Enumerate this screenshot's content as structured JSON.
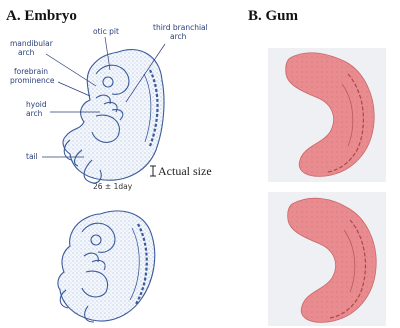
{
  "panel_a": {
    "title": "A. Embryo",
    "labels": {
      "otic_pit": "otic pit",
      "third_branchial": "third branchial",
      "arch_right": "arch",
      "mandibular": "mandibular",
      "arch_mand": "arch",
      "forebrain": "forebrain",
      "prominence": "prominence",
      "hyoid": "hyoid",
      "arch_hyoid": "arch",
      "tail": "tail"
    },
    "scale_note": "Actual size",
    "age": "26 ± 1day"
  },
  "panel_b": {
    "title": "B. Gum"
  },
  "colors": {
    "embryo_ink": "#3a5a9a",
    "gum_fill": "#e88a8d",
    "gum_tile": "#eef0f3"
  }
}
